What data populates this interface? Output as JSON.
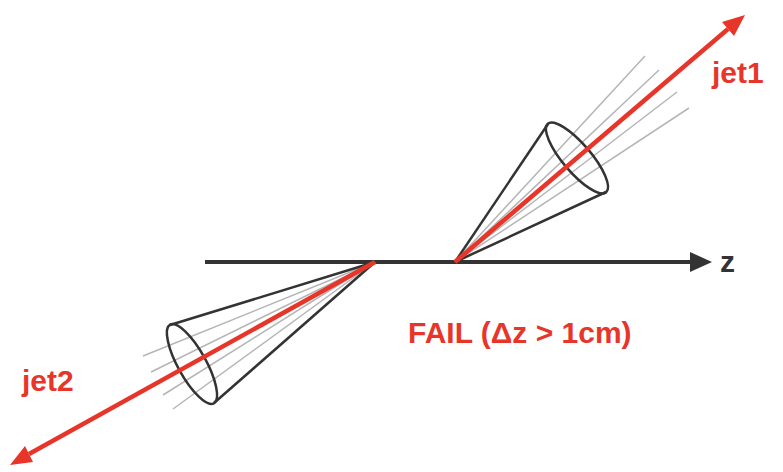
{
  "diagram": {
    "labels": [
      "jet1",
      "jet2",
      "FAIL (Δz > 1cm)",
      "z"
    ]
  }
}
